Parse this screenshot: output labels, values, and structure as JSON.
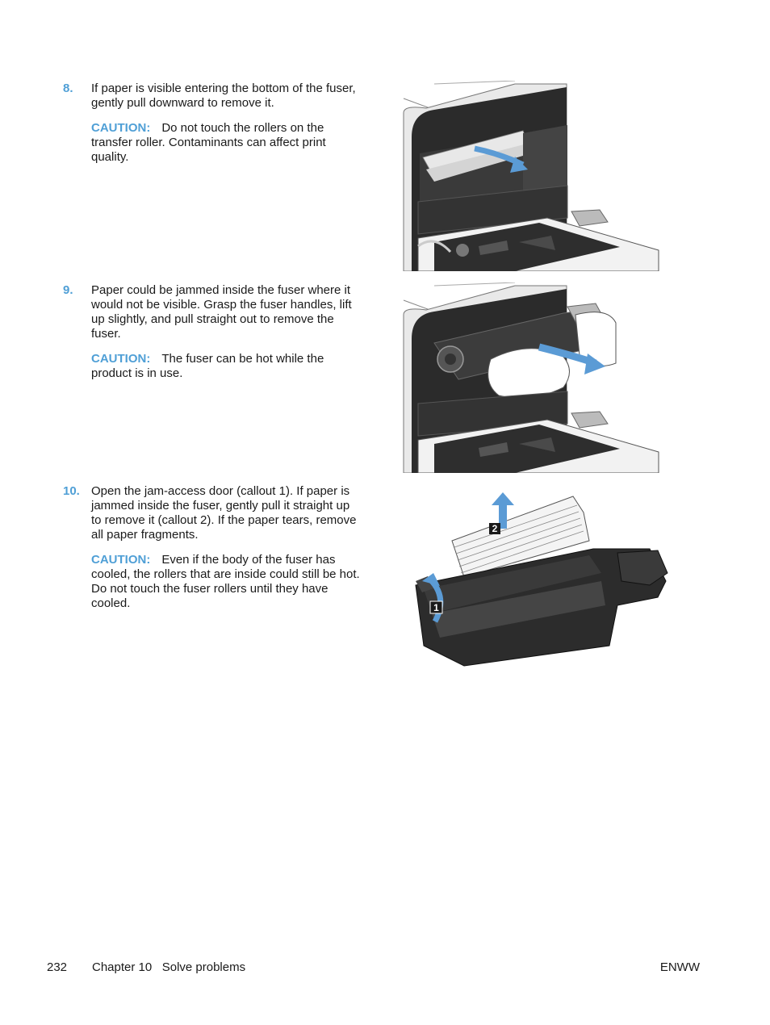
{
  "steps": [
    {
      "number": "8.",
      "text": "If paper is visible entering the bottom of the fuser, gently pull downward to remove it.",
      "caution_label": "CAUTION:",
      "caution_text": "Do not touch the rollers on the transfer roller. Contaminants can affect print quality."
    },
    {
      "number": "9.",
      "text": "Paper could be jammed inside the fuser where it would not be visible. Grasp the fuser handles, lift up slightly, and pull straight out to remove the fuser.",
      "caution_label": "CAUTION:",
      "caution_text": "The fuser can be hot while the product is in use."
    },
    {
      "number": "10.",
      "text": "Open the jam-access door (callout 1). If paper is jammed inside the fuser, gently pull it straight up to remove it (callout 2). If the paper tears, remove all paper fragments.",
      "caution_label": "CAUTION:",
      "caution_text": "Even if the body of the fuser has cooled, the rollers that are inside could still be hot. Do not touch the fuser rollers until they have cooled."
    }
  ],
  "callouts": {
    "one": "1",
    "two": "2"
  },
  "footer": {
    "page_number": "232",
    "chapter": "Chapter 10   Solve problems",
    "right": "ENWW"
  },
  "colors": {
    "accent": "#4f9fd6",
    "arrow": "#5b9bd5",
    "text": "#1a1a1a"
  }
}
